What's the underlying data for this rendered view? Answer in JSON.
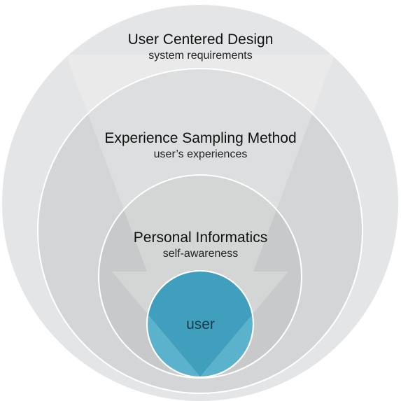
{
  "colors": {
    "outer_ring": "#e4e5e6",
    "middle_ring": "#d4d5d6",
    "inner_ring": "#c8c9ca",
    "arrow": "#bdbebf",
    "ring_stroke": "#ffffff",
    "user_circle": "#5bb2cd",
    "user_arrow_overlap": "#3f9fbc"
  },
  "layers": [
    {
      "title": "User Centered Design",
      "subtitle": "system requirements"
    },
    {
      "title": "Experience Sampling Method",
      "subtitle": "user’s experiences"
    },
    {
      "title": "Personal Informatics",
      "subtitle": "self-awareness"
    }
  ],
  "center": {
    "label": "user"
  },
  "arrow": {
    "direction": "down"
  }
}
